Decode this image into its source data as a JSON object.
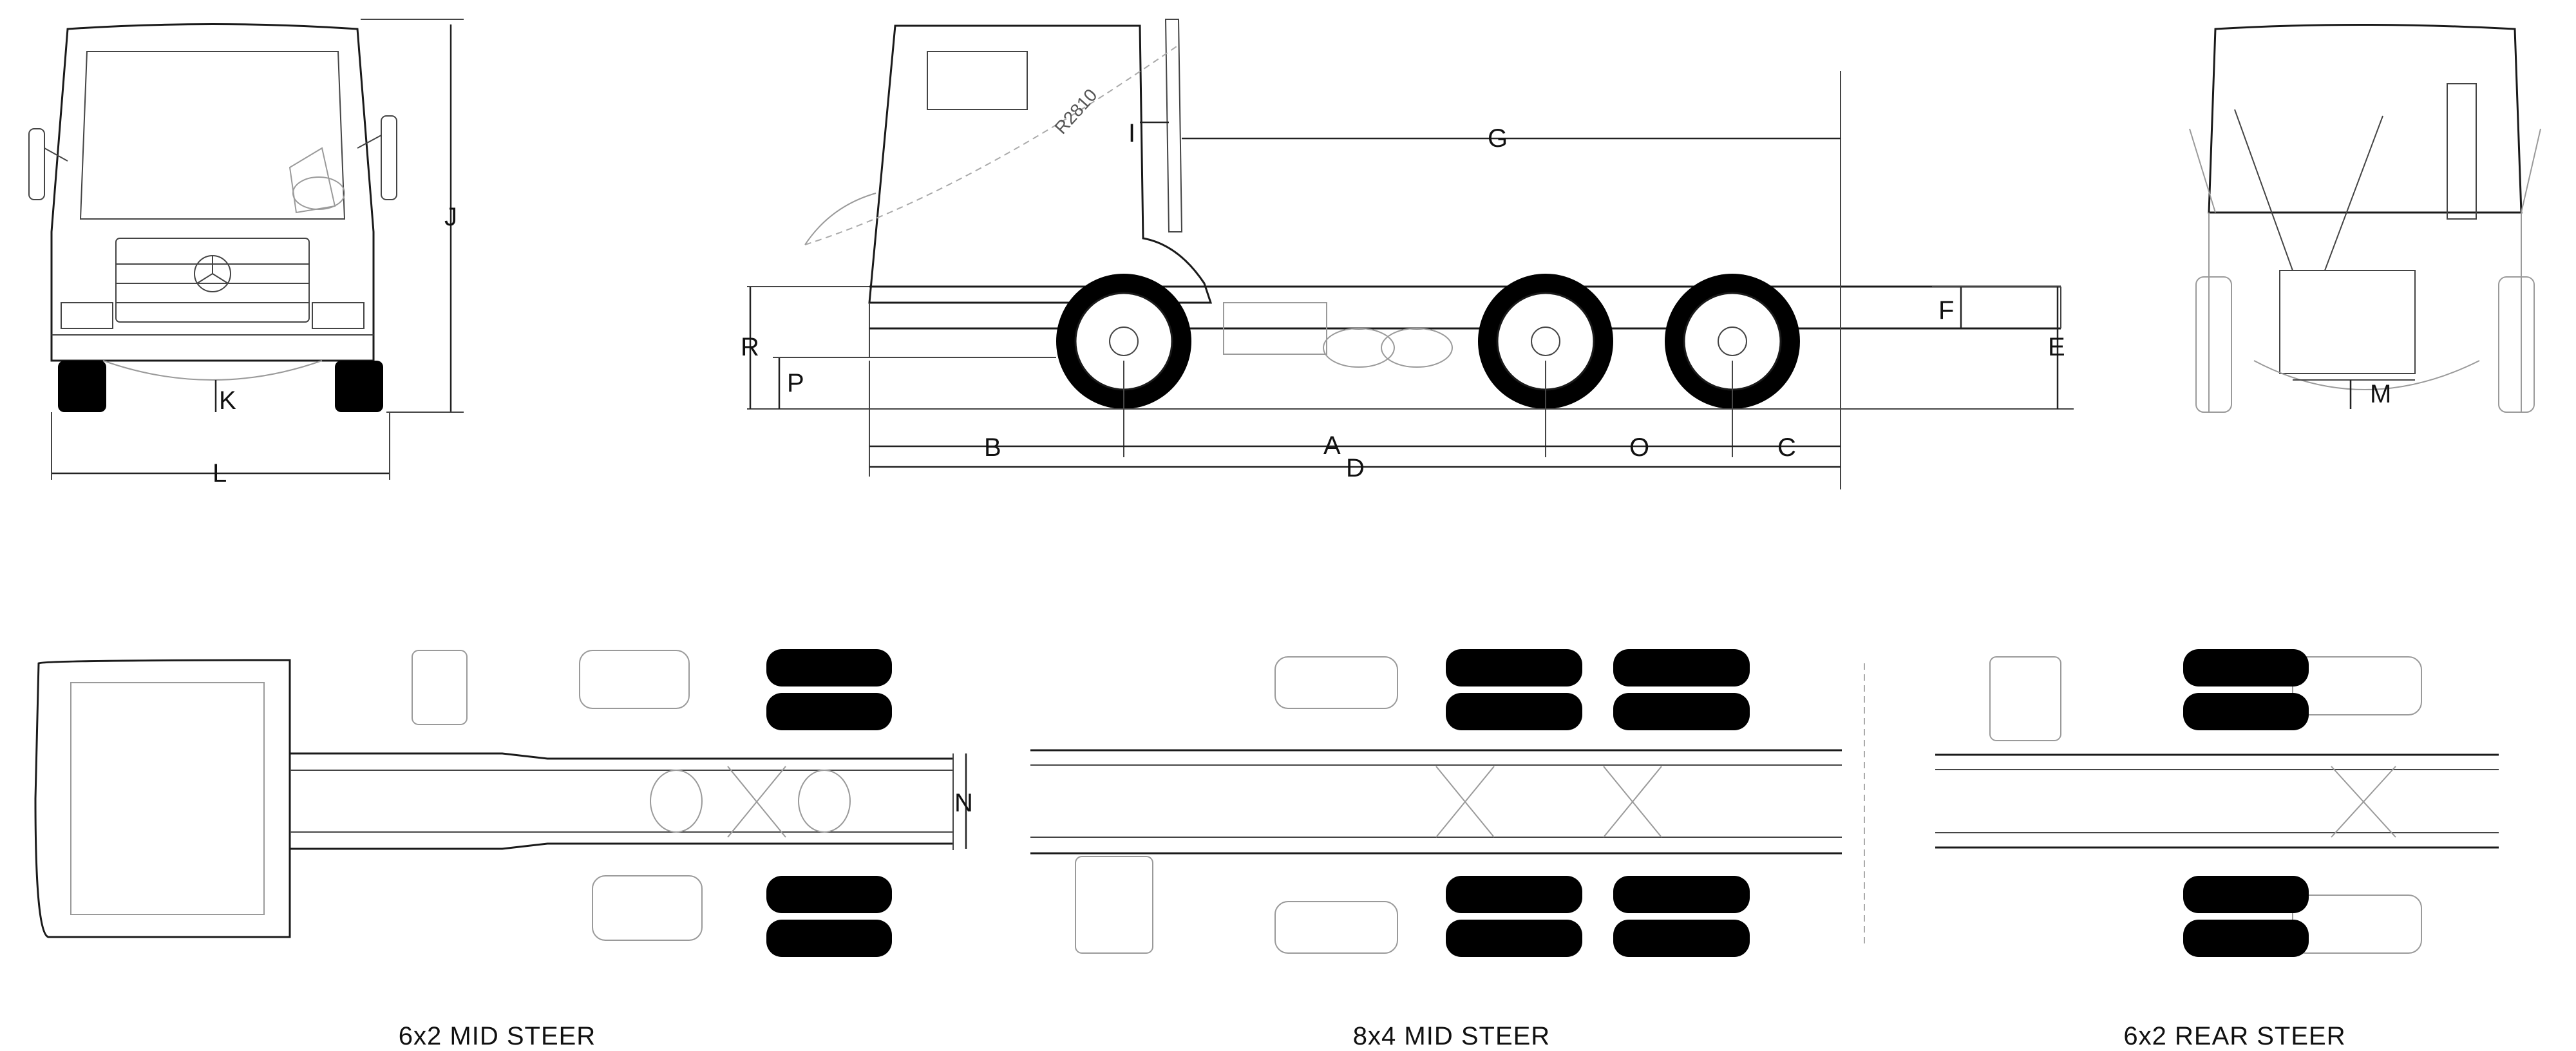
{
  "dimension_labels": {
    "A": "A",
    "B": "B",
    "C": "C",
    "D": "D",
    "E": "E",
    "F": "F",
    "G": "G",
    "I": "I",
    "J": "J",
    "K": "K",
    "L": "L",
    "M": "M",
    "N": "N",
    "O": "O",
    "P": "P",
    "R": "R"
  },
  "cab_tilt_radius": "R2810",
  "captions": {
    "left": "6x2 MID STEER",
    "center": "8x4 MID STEER",
    "right": "6x2 REAR STEER"
  }
}
